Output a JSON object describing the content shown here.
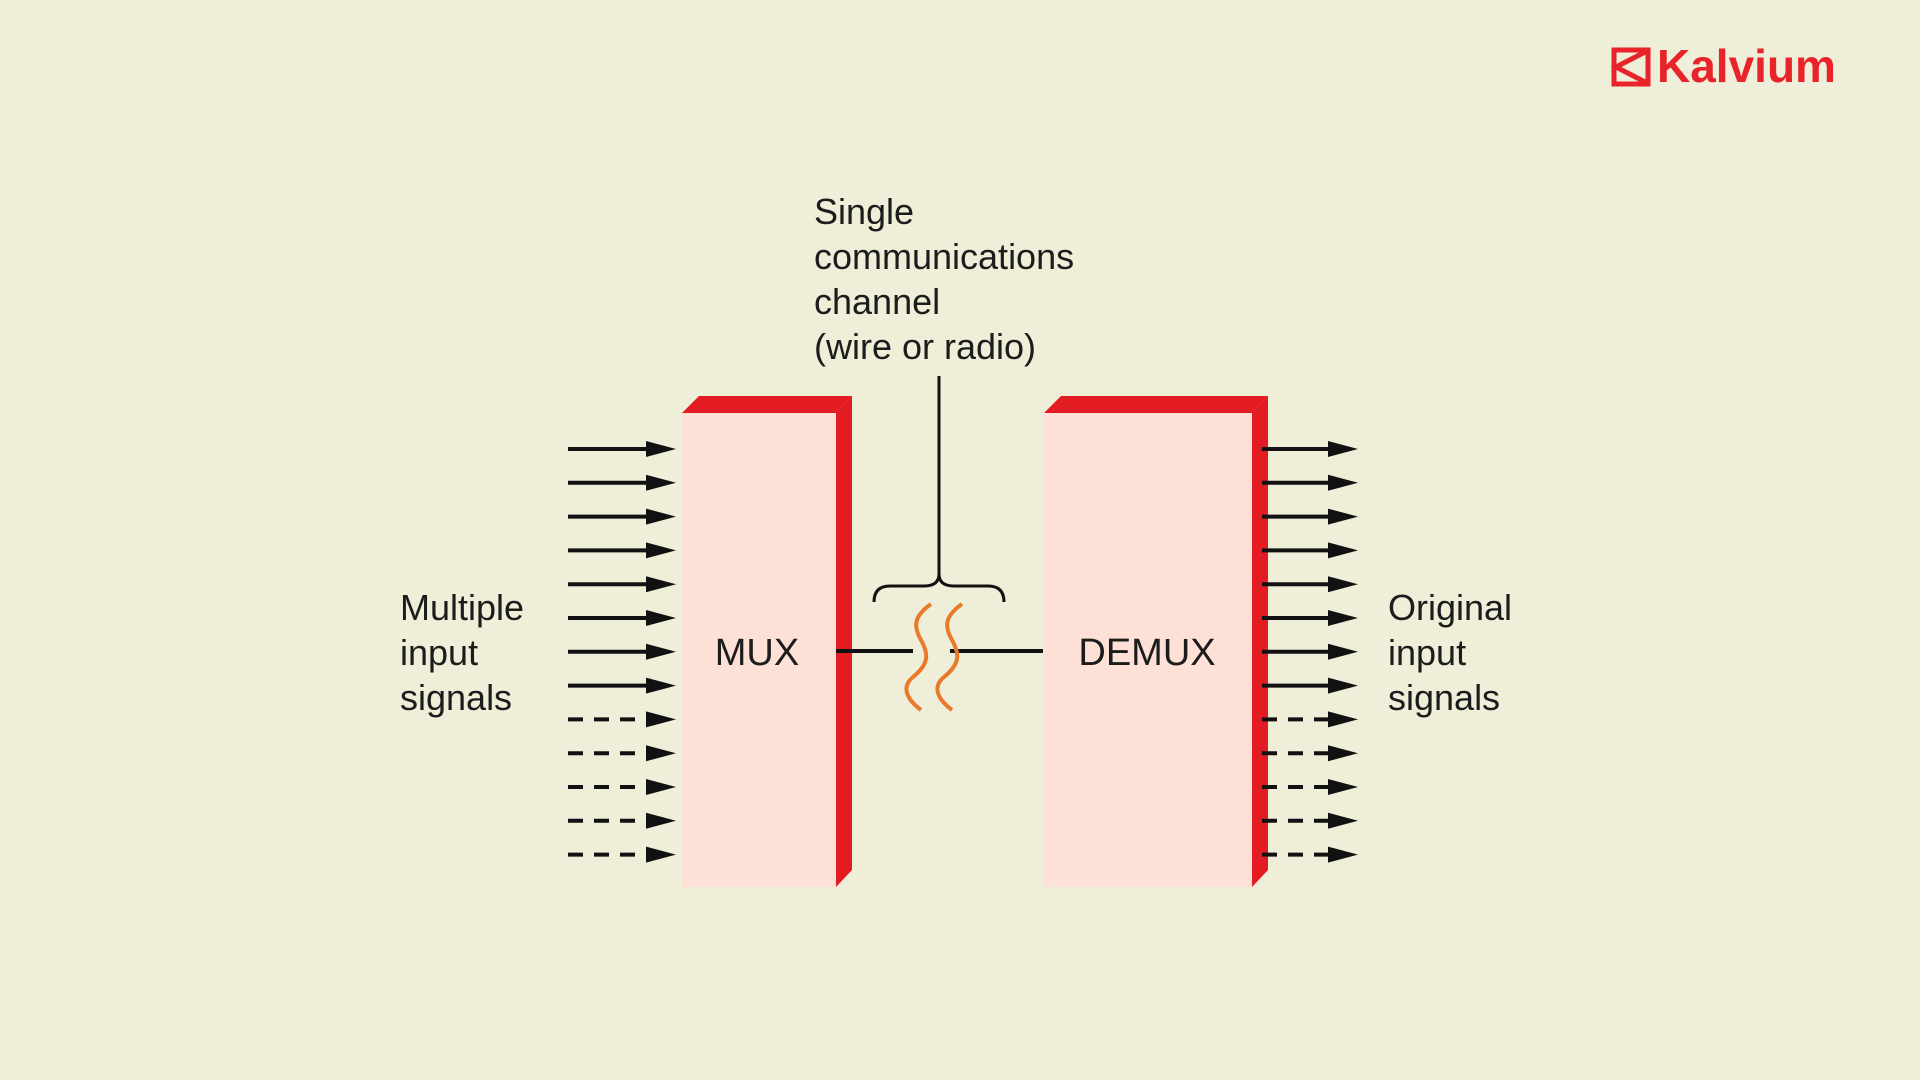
{
  "brand": {
    "name": "Kalvium",
    "icon": "kalvium-logo-icon",
    "color": "#e8232a"
  },
  "diagram": {
    "channel_label": [
      "Single",
      "communications",
      "channel",
      "(wire or radio)"
    ],
    "input_label": [
      "Multiple",
      "input",
      "signals"
    ],
    "output_label": [
      "Original",
      "input",
      "signals"
    ],
    "mux_label": "MUX",
    "demux_label": "DEMUX",
    "signals": {
      "solid_count": 8,
      "dashed_count": 5
    },
    "colors": {
      "block_face": "#fde0d6",
      "block_edge": "#e31b23",
      "wave": "#e87a2a",
      "arrow": "#111111",
      "background": "#efeed9"
    }
  }
}
